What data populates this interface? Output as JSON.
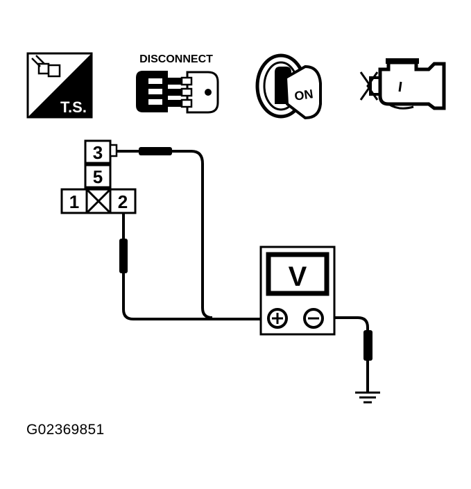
{
  "icons": {
    "ts": {
      "label": "T.S."
    },
    "disconnect": {
      "label": "DISCONNECT"
    },
    "ignition": {
      "label": "ON"
    },
    "engine": {
      "label": ""
    }
  },
  "connector": {
    "pins": [
      "3",
      "5",
      "1",
      "2"
    ]
  },
  "meter": {
    "display": "V"
  },
  "figure_id": "G02369851",
  "colors": {
    "ink": "#000000",
    "paper": "#ffffff"
  }
}
